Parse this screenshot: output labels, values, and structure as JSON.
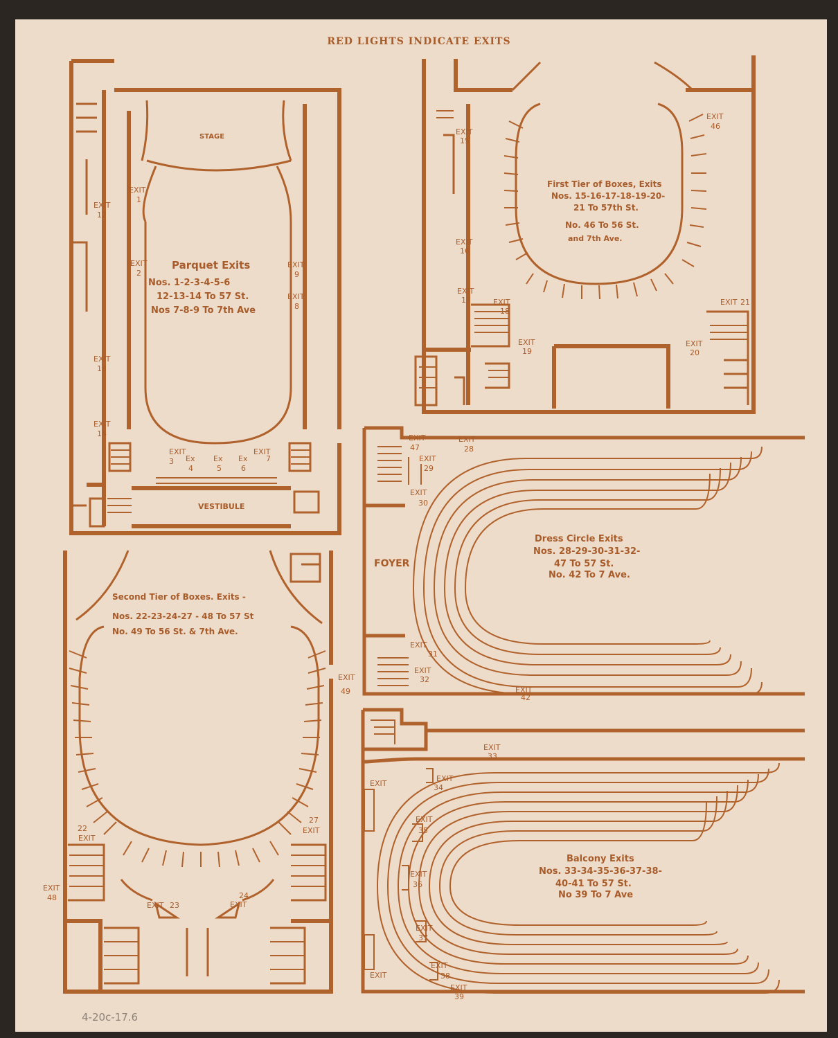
{
  "header": {
    "title": "RED LIGHTS INDICATE EXITS"
  },
  "parquet": {
    "stage": "STAGE",
    "vestibule": "VESTIBULE",
    "caption_title": "Parquet Exits",
    "caption_l1": "Nos. 1-2-3-4-5-6",
    "caption_l2": "12-13-14 To 57 St.",
    "caption_l3": "Nos 7-8-9 To 7th Ave",
    "exit_word": "EXIT",
    "ex_word": "Ex",
    "n1": "1",
    "n2": "2",
    "n3": "3",
    "n4": "4",
    "n5": "5",
    "n6": "6",
    "n7": "7",
    "n8": "8",
    "n9": "9",
    "n12": "12",
    "n13": "13",
    "n14": "14"
  },
  "first_tier": {
    "caption_l1": "First Tier of Boxes, Exits",
    "caption_l2": "Nos. 15-16-17-18-19-20-",
    "caption_l3": "21 To 57th St.",
    "caption_l4": "No. 46 To 56 St.",
    "caption_l5": "and 7th Ave.",
    "exit_word": "EXIT",
    "n15": "15",
    "n16": "16",
    "n17": "17",
    "n18": "18",
    "n19": "19",
    "n20": "20",
    "n21": "21",
    "n46": "46"
  },
  "dress_circle": {
    "foyer": "FOYER",
    "caption_l1": "Dress Circle Exits",
    "caption_l2": "Nos. 28-29-30-31-32-",
    "caption_l3": "47 To 57 St.",
    "caption_l4": "No. 42 To 7 Ave.",
    "exit_word": "EXIT",
    "n28": "28",
    "n29": "29",
    "n30": "30",
    "n31": "31",
    "n32": "32",
    "n42": "42",
    "n47": "47"
  },
  "second_tier": {
    "caption_l1": "Second Tier of Boxes. Exits -",
    "caption_l2": "Nos. 22-23-24-27 - 48 To 57 St",
    "caption_l3": "No. 49 To 56 St. & 7th Ave.",
    "exit_word": "EXIT",
    "n22": "22",
    "n23": "23",
    "n24": "24",
    "n27": "27",
    "n48": "48",
    "n49": "49"
  },
  "balcony": {
    "caption_l1": "Balcony Exits",
    "caption_l2": "Nos. 33-34-35-36-37-38-",
    "caption_l3": "40-41 To 57 St.",
    "caption_l4": "No 39 To 7 Ave",
    "exit_word": "EXIT",
    "n33": "33",
    "n34": "34",
    "n35": "35",
    "n36": "36",
    "n37": "37",
    "n38": "38",
    "n39": "39"
  },
  "footer": {
    "pencil_note": "4-20c-17.6"
  },
  "colors": {
    "ink": "#b0622c",
    "paper": "#eedccb",
    "background": "#2b2622"
  }
}
